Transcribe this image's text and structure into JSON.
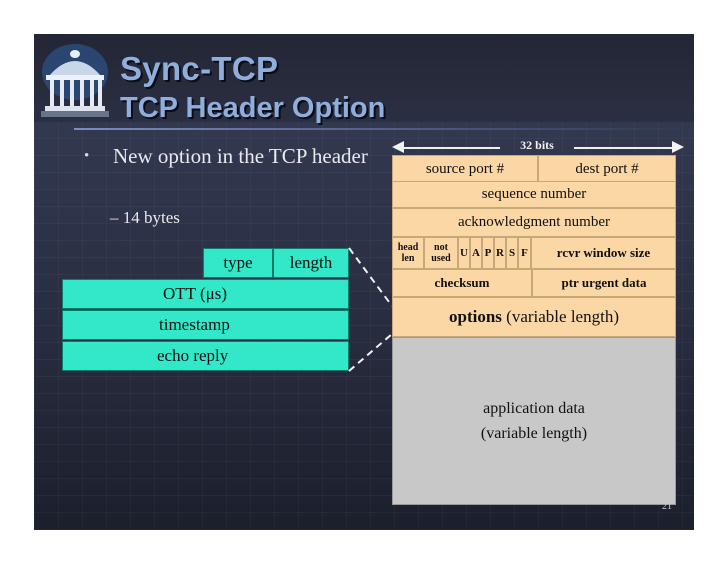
{
  "slide": {
    "title": "Sync-TCP",
    "subtitle": "TCP Header Option",
    "bullet": "New option in the TCP header",
    "sub_bullet": "– 14 bytes",
    "page_number": "21"
  },
  "option_fields": {
    "type": "type",
    "length": "length",
    "ott": "OTT (μs)",
    "timestamp": "timestamp",
    "echo_reply": "echo reply"
  },
  "tcp_header": {
    "bits_label": "32 bits",
    "source_port": "source port #",
    "dest_port": "dest port #",
    "sequence_number": "sequence number",
    "ack_number": "acknowledgment number",
    "head_len": "head len",
    "not_used": "not used",
    "flags": [
      "U",
      "A",
      "P",
      "R",
      "S",
      "F"
    ],
    "rcvr_window": "rcvr window size",
    "checksum": "checksum",
    "urgent": "ptr urgent data",
    "options_bold": "options",
    "options_rest": " (variable length)",
    "app_data_1": "application data",
    "app_data_2": "(variable length)"
  },
  "colors": {
    "option_fill": "#33e8c8",
    "header_fill": "#fbd7a6",
    "data_fill": "#c8c8c8",
    "title": "#8faedc"
  }
}
